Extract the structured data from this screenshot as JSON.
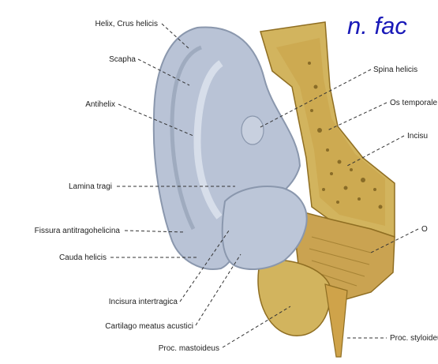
{
  "title_fragment": "n. fac",
  "labels": {
    "helix_crus_helicis": "Helix, Crus helicis",
    "scapha": "Scapha",
    "antihelix": "Antihelix",
    "lamina_tragi": "Lamina tragi",
    "fissura_antitragohelicina": "Fissura antitragohelicina",
    "cauda_helicis": "Cauda helicis",
    "incisura_intertragica": "Incisura intertragica",
    "cartilago_meatus_acustici": "Cartilago meatus acustici",
    "proc_mastoideus": "Proc. mastoideus",
    "spina_helicis": "Spina helicis",
    "os_temporale": "Os temporale",
    "incisu_partial": "Incisu",
    "o_partial": "O",
    "proc_styloideus_partial": "Proc. styloideu"
  },
  "colors": {
    "cartilage": "#b9c3d6",
    "cartilage_dark": "#8a97ad",
    "bone": "#d2b45e",
    "bone_dark": "#8f6e22",
    "title": "#1a1ab8"
  }
}
